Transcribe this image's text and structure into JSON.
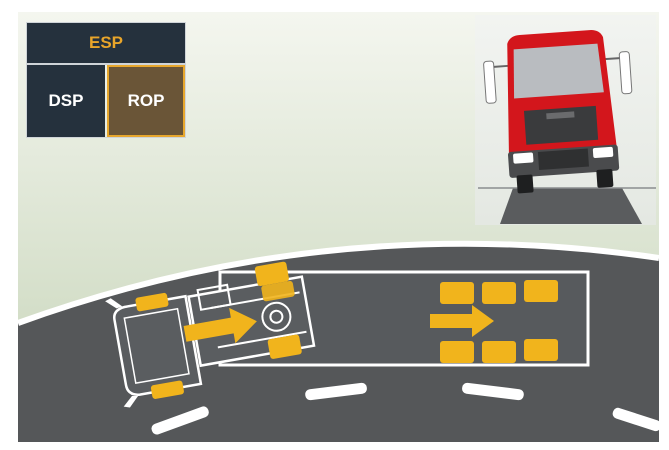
{
  "legend": {
    "top": "ESP",
    "left": "DSP",
    "right": "ROP"
  },
  "colors": {
    "sky_top": "#e8efe0",
    "sky_bottom": "#cfdcc3",
    "road": "#585a5c",
    "road_edge": "#ffffff",
    "legend_dark": "#25313d",
    "legend_highlight": "#6a5537",
    "accent": "#e9a52a",
    "truck_cab": "#d3161c",
    "wheel": "#f0b21b"
  },
  "icons": {
    "motion_arrow": "arrow-right-icon",
    "truck_front": "truck-front-icon",
    "truck_top": "truck-top-icon"
  }
}
